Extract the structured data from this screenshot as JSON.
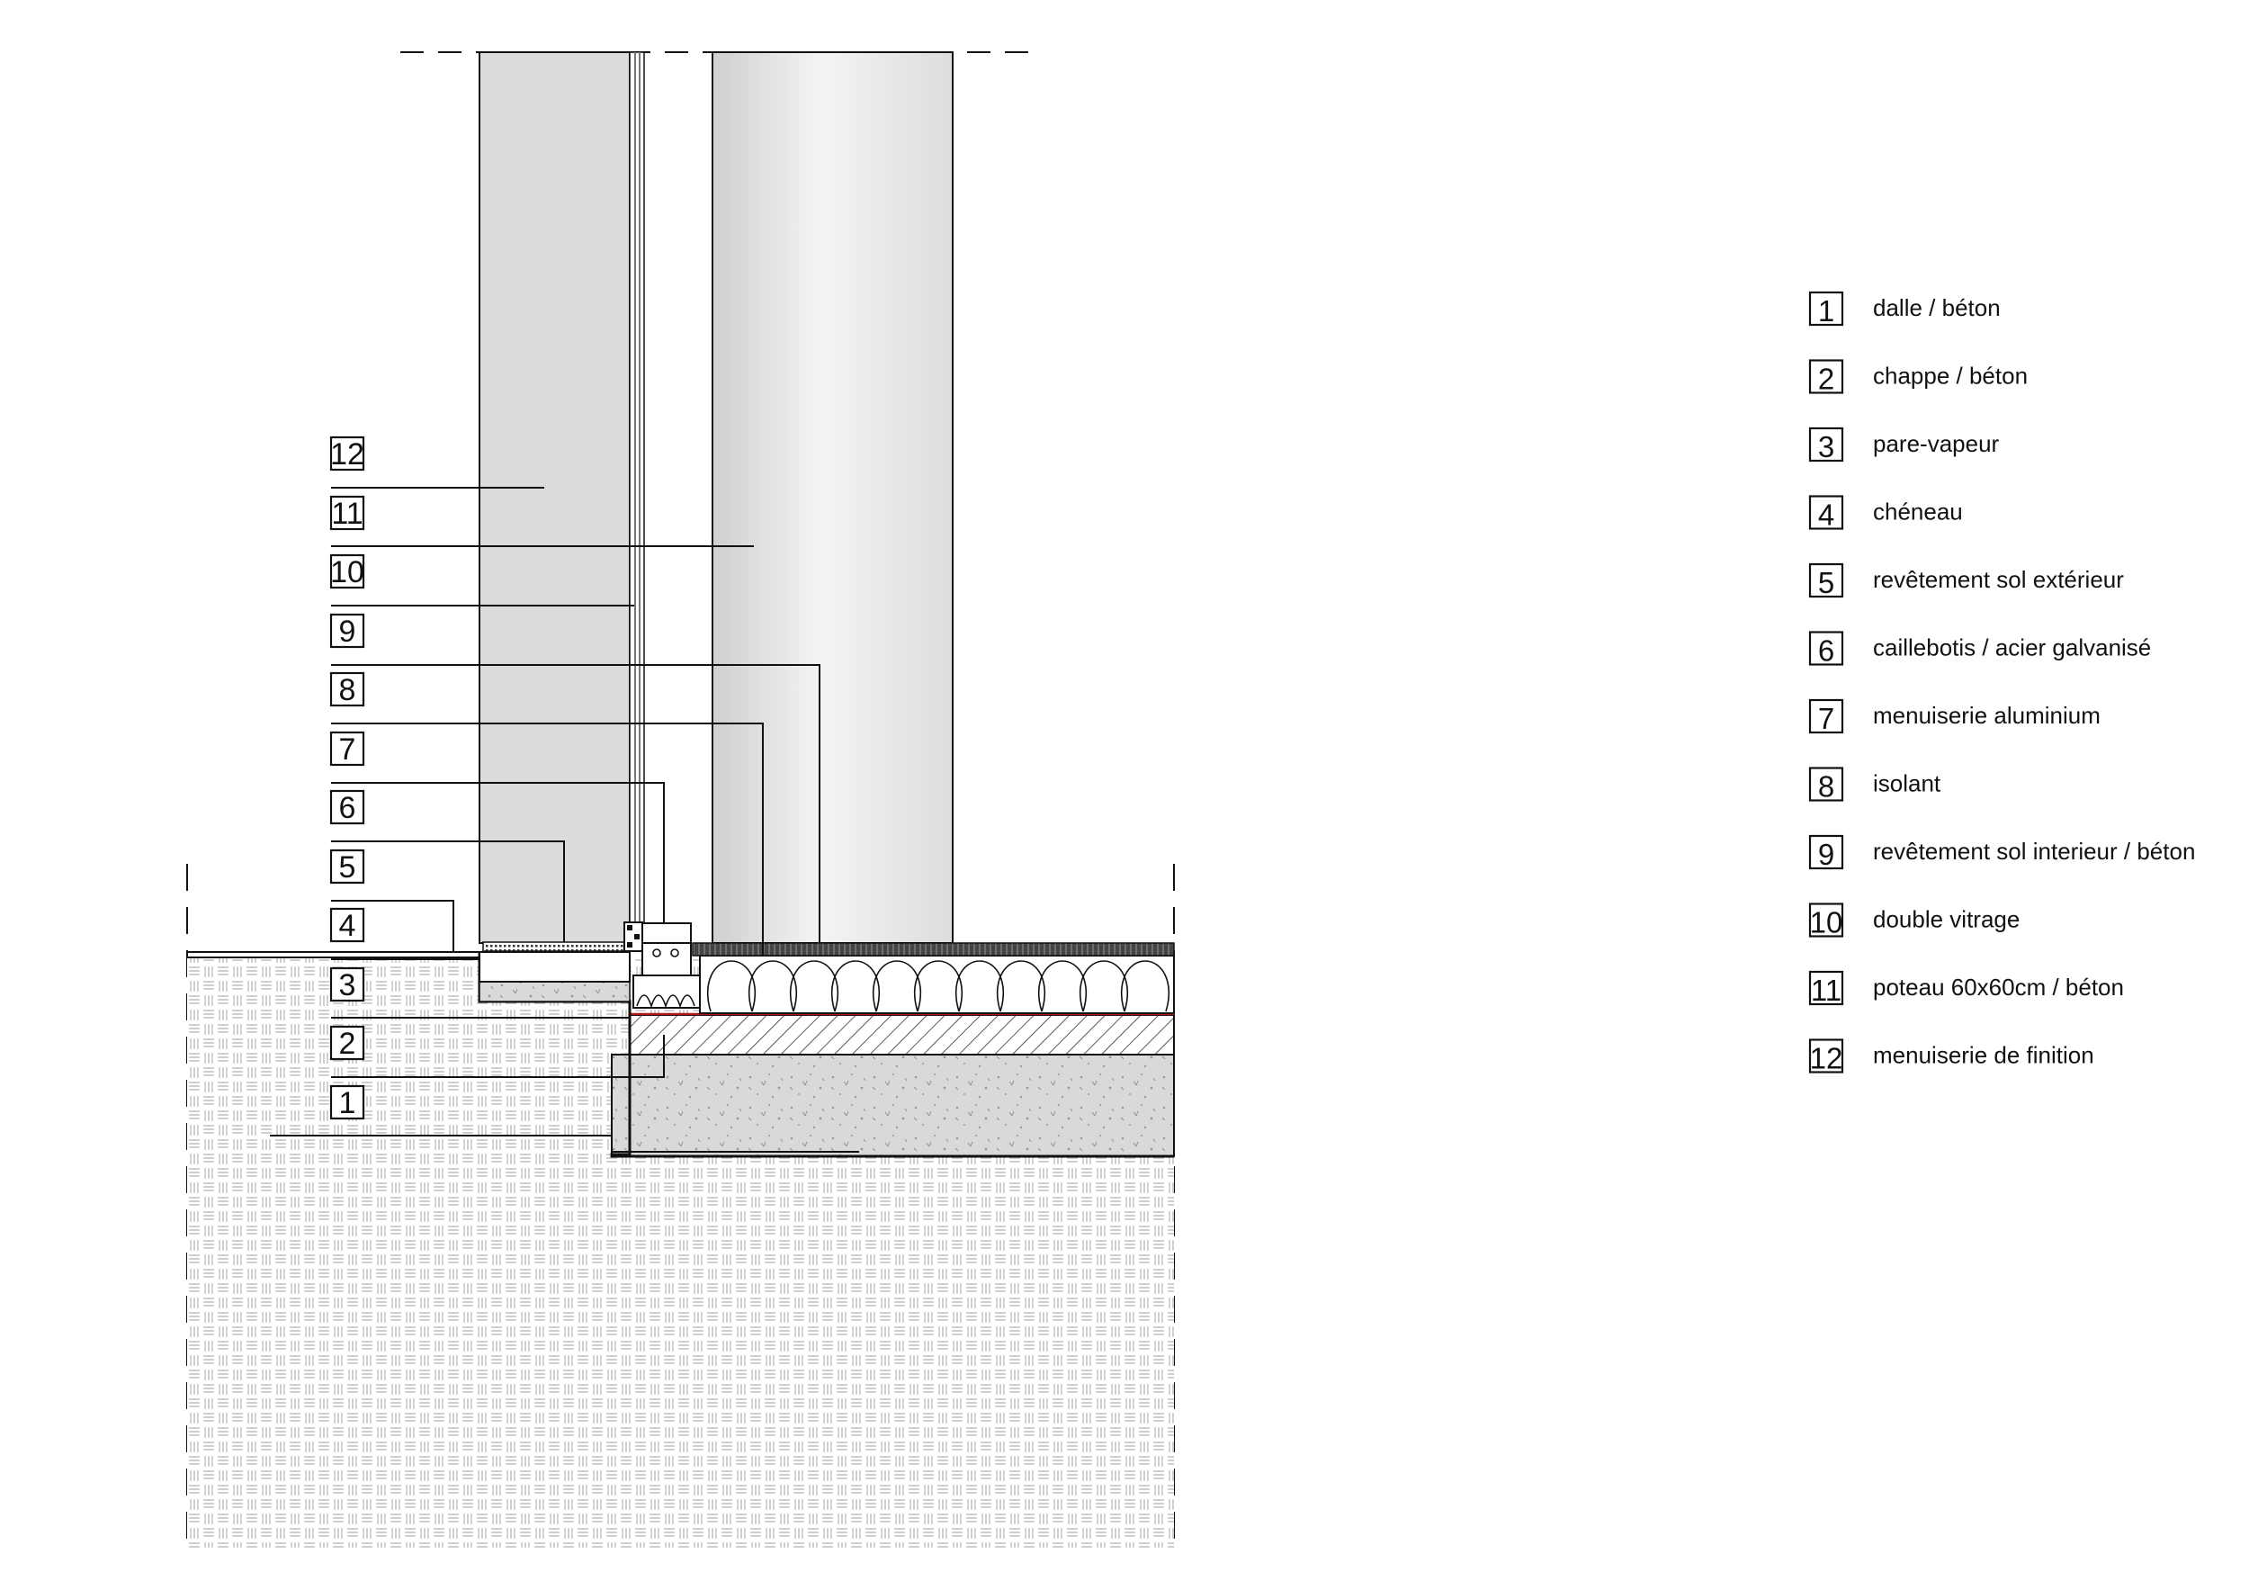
{
  "callouts": [
    "1",
    "2",
    "3",
    "4",
    "5",
    "6",
    "7",
    "8",
    "9",
    "10",
    "11",
    "12"
  ],
  "legend": [
    {
      "num": "1",
      "label": "dalle / béton"
    },
    {
      "num": "2",
      "label": "chappe / béton"
    },
    {
      "num": "3",
      "label": "pare-vapeur"
    },
    {
      "num": "4",
      "label": "chéneau"
    },
    {
      "num": "5",
      "label": "revêtement sol extérieur"
    },
    {
      "num": "6",
      "label": "caillebotis / acier galvanisé"
    },
    {
      "num": "7",
      "label": "menuiserie aluminium"
    },
    {
      "num": "8",
      "label": "isolant"
    },
    {
      "num": "9",
      "label": "revêtement sol interieur / béton"
    },
    {
      "num": "10",
      "label": "double vitrage"
    },
    {
      "num": "11",
      "label": "poteau 60x60cm / béton"
    },
    {
      "num": "12",
      "label": "menuiserie de finition"
    }
  ],
  "colors": {
    "line": "#111111",
    "ground_hatch": "#c9c9c9",
    "concrete": "#d6d6d6",
    "panel": "#dcdcdc",
    "membrane": "#b01818"
  }
}
